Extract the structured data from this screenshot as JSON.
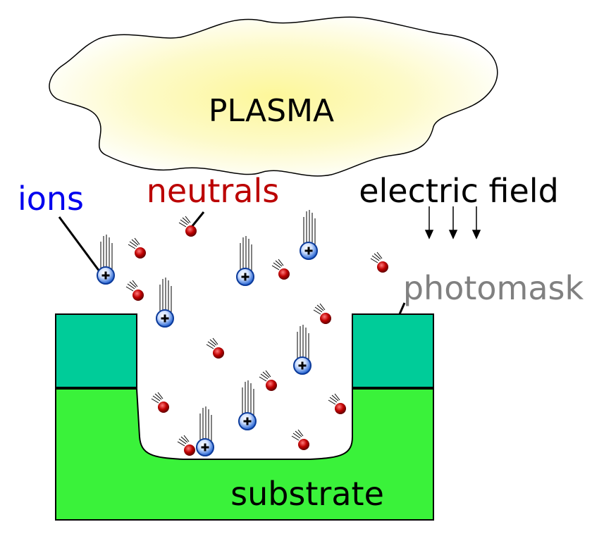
{
  "labels": {
    "plasma": "PLASMA",
    "ions": "ions",
    "neutrals": "neutrals",
    "electric_field": "electric field",
    "photomask": "photomask",
    "substrate": "substrate"
  },
  "colors": {
    "ion_label": "#0000ee",
    "neutral_label": "#bb0000",
    "field_label": "#000000",
    "photomask_label": "#808080",
    "substrate_label": "#000000",
    "plasma_label": "#000000",
    "photomask_fill": "#00cc99",
    "substrate_fill": "#3af23a",
    "plasma_glow": "#fdf79a",
    "ion_fill": "#1f5fd0",
    "neutral_fill": "#b80000"
  }
}
